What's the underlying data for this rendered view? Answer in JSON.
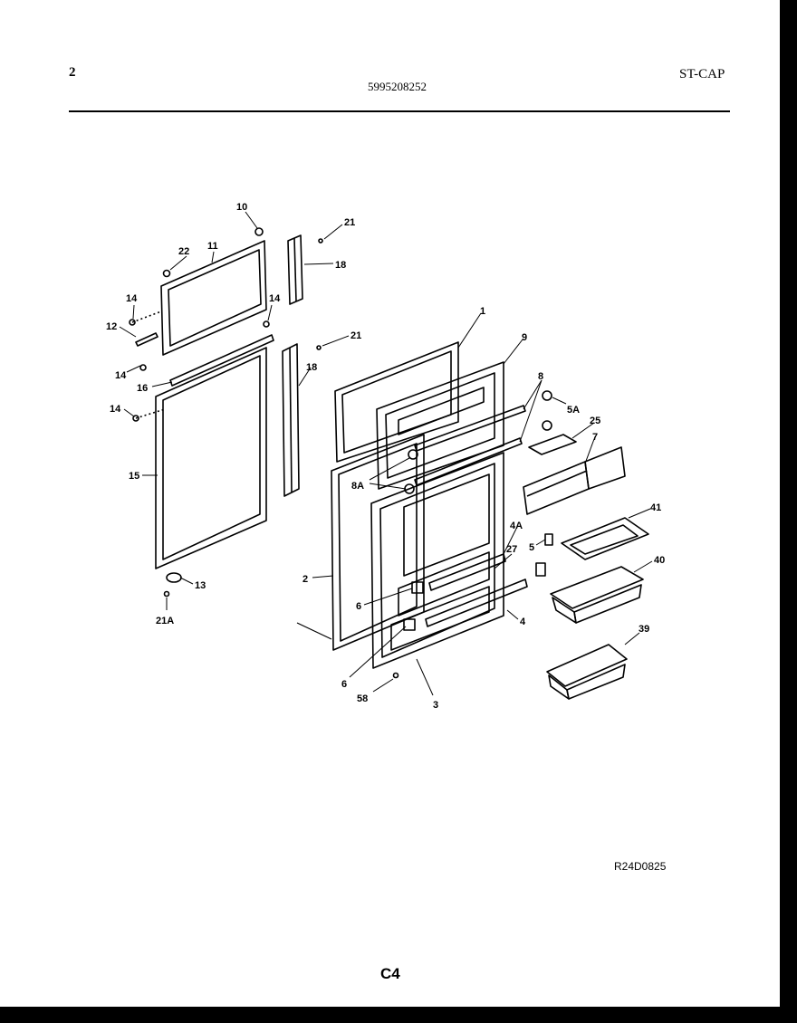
{
  "header": {
    "page_number": "2",
    "document_number": "5995208252",
    "model_code": "ST-CAP"
  },
  "footer": {
    "reference_code": "R24D0825",
    "section": "C4"
  },
  "callouts": [
    "10",
    "22",
    "11",
    "21",
    "18",
    "14",
    "14",
    "12",
    "14",
    "21",
    "16",
    "18",
    "14",
    "1",
    "9",
    "8",
    "15",
    "5A",
    "25",
    "7",
    "8A",
    "41",
    "4A",
    "5",
    "27",
    "40",
    "2",
    "6",
    "4",
    "6",
    "39",
    "58",
    "3",
    "13",
    "21A"
  ]
}
